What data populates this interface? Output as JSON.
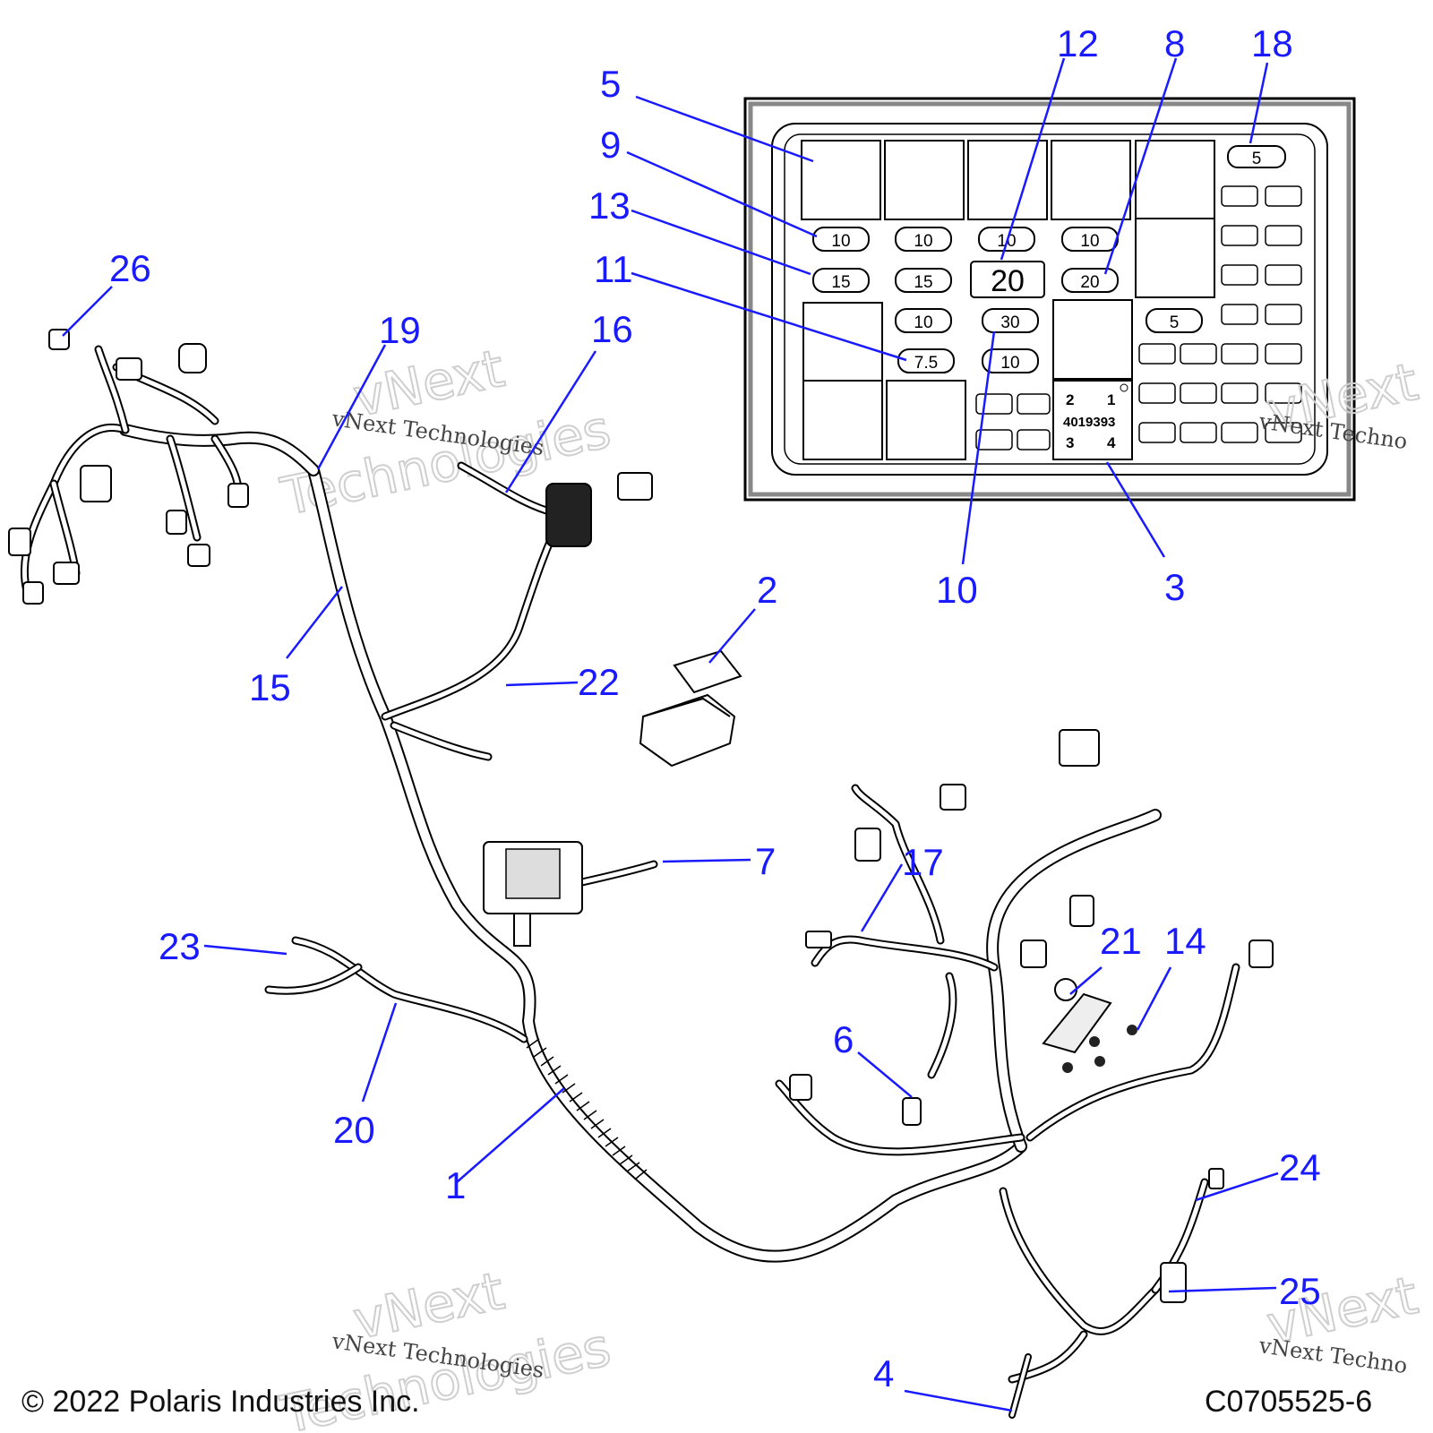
{
  "callouts": [
    "1",
    "2",
    "3",
    "4",
    "5",
    "6",
    "7",
    "8",
    "9",
    "10",
    "11",
    "12",
    "13",
    "14",
    "15",
    "16",
    "17",
    "18",
    "19",
    "20",
    "21",
    "22",
    "23",
    "24",
    "25",
    "26"
  ],
  "fuses": {
    "row1": [
      "10",
      "10",
      "10",
      "10"
    ],
    "row2": [
      "15",
      "15",
      "20",
      "20"
    ],
    "row3": [
      "10",
      "30",
      "5"
    ],
    "row4": [
      "7.5",
      "10"
    ],
    "top_right": "5"
  },
  "relay_label": {
    "pin2": "2",
    "pin1": "1",
    "part": "4019393",
    "pin3": "3",
    "pin4": "4"
  },
  "watermark": {
    "line1": "vNext Technologies",
    "line2": "vNext",
    "line3": "Technologies",
    "line_partial": "vNext Techno"
  },
  "footer": {
    "copyright": "© 2022 Polaris Industries Inc.",
    "code": "C0705525-6"
  }
}
